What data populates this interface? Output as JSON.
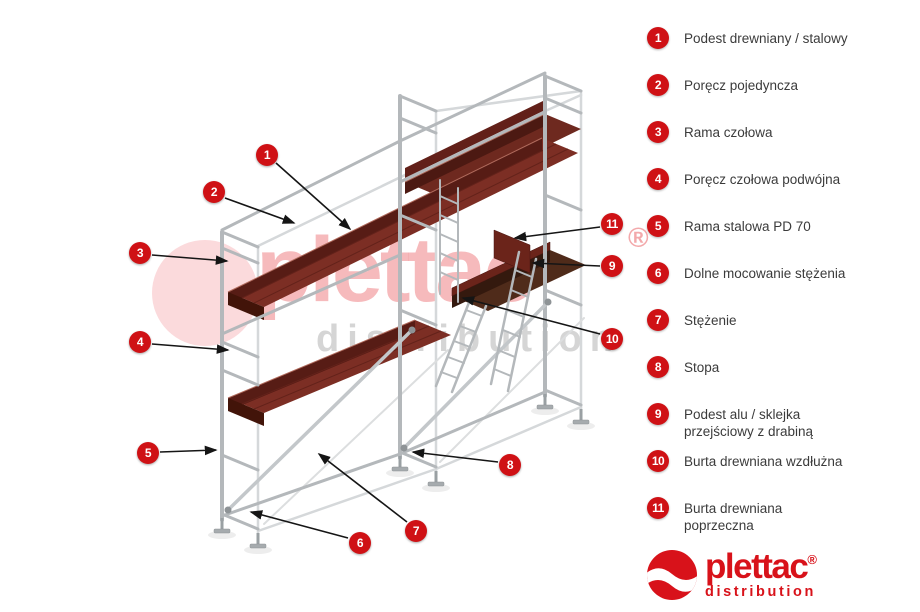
{
  "legend": {
    "items": [
      {
        "number": "1",
        "label": "Podest drewniany / stalowy"
      },
      {
        "number": "2",
        "label": "Poręcz pojedyncza"
      },
      {
        "number": "3",
        "label": "Rama czołowa"
      },
      {
        "number": "4",
        "label": "Poręcz czołowa podwójna"
      },
      {
        "number": "5",
        "label": "Rama stalowa PD 70"
      },
      {
        "number": "6",
        "label": "Dolne mocowanie stężenia"
      },
      {
        "number": "7",
        "label": "Stężenie"
      },
      {
        "number": "8",
        "label": "Stopa"
      },
      {
        "number": "9",
        "label": "Podest alu / sklejka\nprzejściowy z drabiną"
      },
      {
        "number": "10",
        "label": "Burta drewniana wzdłużna"
      },
      {
        "number": "11",
        "label": "Burta drewniana\npoprzeczna"
      }
    ]
  },
  "watermark": {
    "brand": "plettac",
    "registered": "®",
    "sub": "distribution"
  },
  "logo": {
    "brand": "plettac",
    "registered": "®",
    "sub": "distribution"
  },
  "colors": {
    "accent_red": "#d8121a",
    "callout_red": "#cf1115",
    "deck_brown": "#7c2e24",
    "metal_gray": "#b4b8bb"
  }
}
